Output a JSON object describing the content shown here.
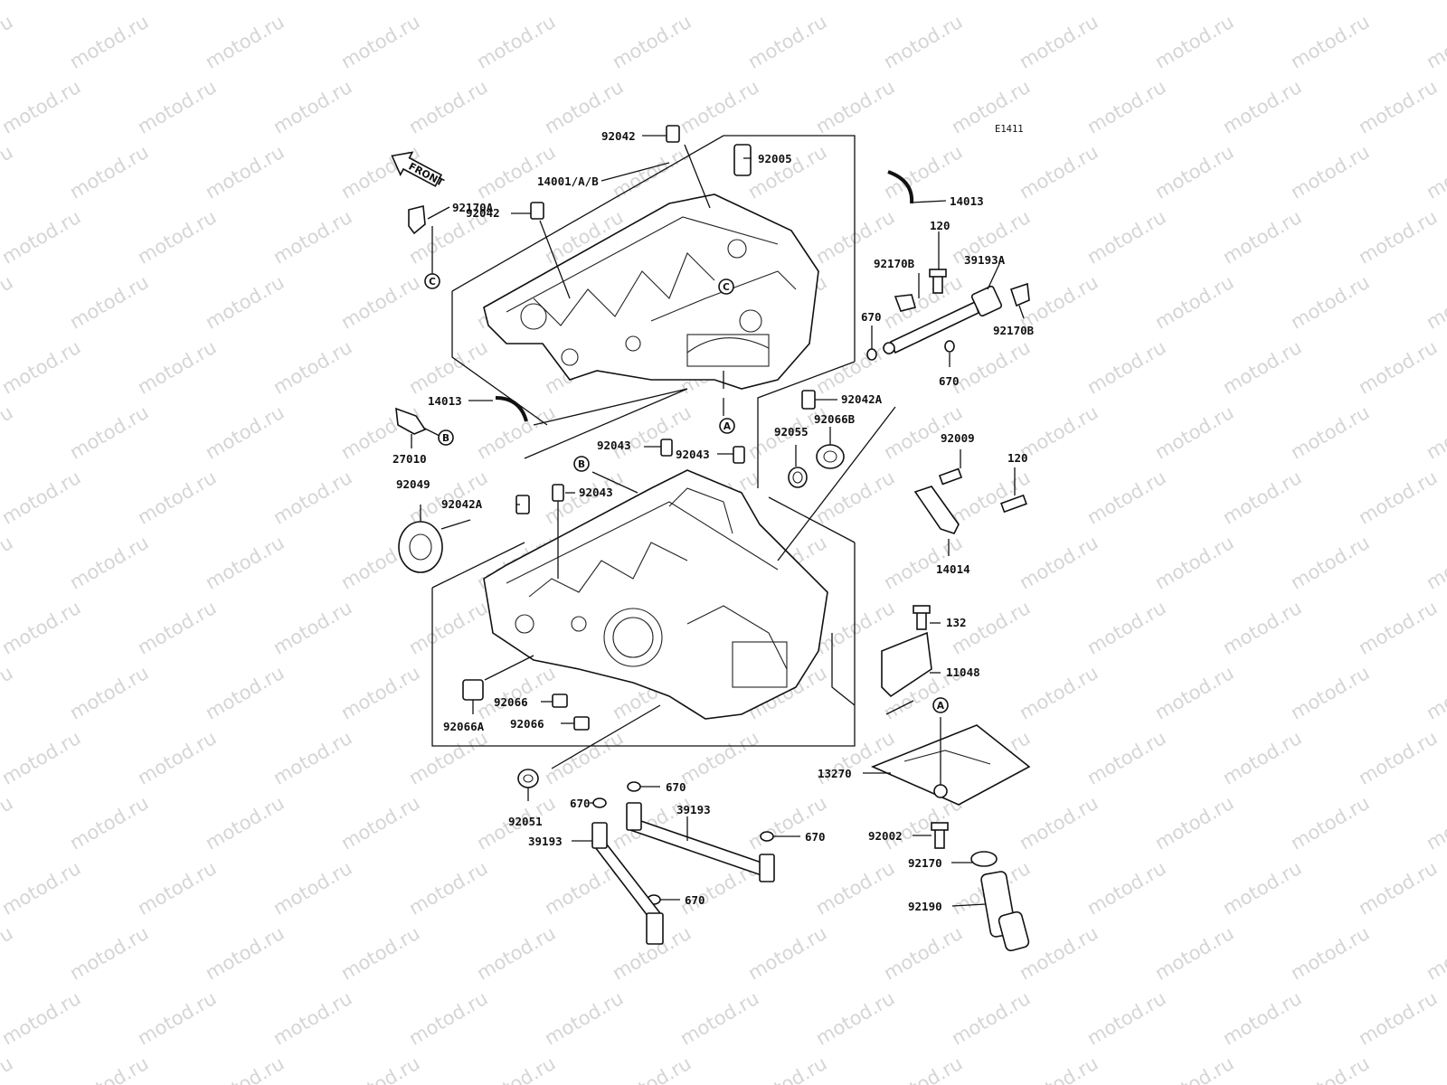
{
  "watermark": {
    "text": "motod.ru"
  },
  "diagram": {
    "ref_code": "E1411",
    "front_label": "FRONT",
    "callouts": {
      "a": "A",
      "b": "B",
      "c": "C"
    },
    "parts": {
      "p92042_top": "92042",
      "p92005": "92005",
      "p14001": "14001/A/B",
      "p92042_mid": "92042",
      "p92170A": "92170A",
      "p14013_right": "14013",
      "p120_top": "120",
      "p92170B_left": "92170B",
      "p39193A": "39193A",
      "p92170B_right": "92170B",
      "p670_top_left": "670",
      "p670_top_right": "670",
      "p14013_left": "14013",
      "p27010": "27010",
      "p92042A_right": "92042A",
      "p92055": "92055",
      "p92066B": "92066B",
      "p92043_a": "92043",
      "p92043_b": "92043",
      "p92043_c": "92043",
      "p92049": "92049",
      "p92042A_left": "92042A",
      "p92009": "92009",
      "p120_right": "120",
      "p14014": "14014",
      "p132": "132",
      "p11048": "11048",
      "p92066_a": "92066",
      "p92066_b": "92066",
      "p92066A": "92066A",
      "p13270": "13270",
      "p92051": "92051",
      "p670_b1": "670",
      "p670_b2": "670",
      "p39193_right": "39193",
      "p39193_left": "39193",
      "p670_b3": "670",
      "p670_b4": "670",
      "p92002": "92002",
      "p92170": "92170",
      "p92190": "92190"
    }
  }
}
